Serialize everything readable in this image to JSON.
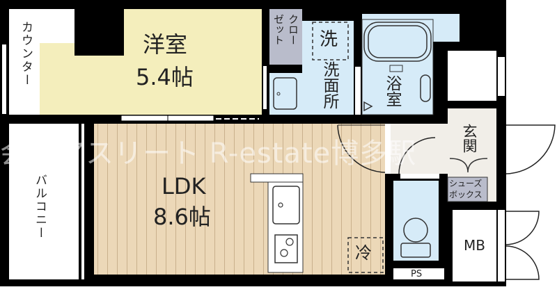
{
  "rooms": {
    "western_room": {
      "name": "洋室",
      "size": "5.4帖"
    },
    "ldk": {
      "name": "LDK",
      "size": "8.6帖"
    },
    "counter": "カウンター",
    "closet": "クローゼット",
    "closet_col1": "クロー",
    "closet_col2": "ゼット",
    "washer": "洗",
    "washroom": "洗面所",
    "bathroom": "浴室",
    "entrance": "玄関",
    "shoebox": "シューズボックス",
    "shoebox_line1": "シューズ",
    "shoebox_line2": "ボックス",
    "balcony": "バルコニー",
    "fridge": "冷",
    "ps": "PS",
    "mb": "MB"
  },
  "watermark": "会社アスリート R-estate博多駅",
  "colors": {
    "wall": "#000000",
    "western_room": "#f4eebc",
    "ldk_floor": "#ecd8b8",
    "wet_area": "#d6ebf8",
    "storage": "#b9bccb",
    "entrance": "#f1eee8"
  }
}
